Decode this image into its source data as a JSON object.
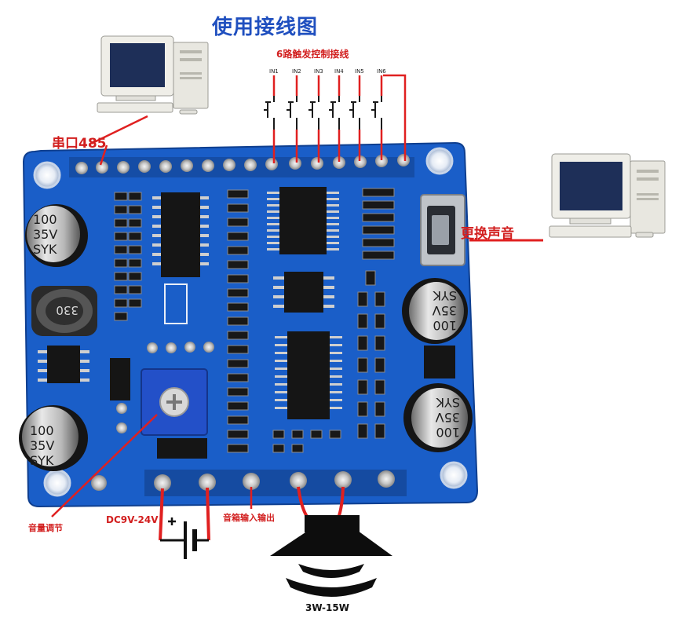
{
  "title": "使用接线图",
  "labels": {
    "trigger_wiring": "6路触发控制接线",
    "serial": "串口485",
    "change_sound": "更换声音",
    "volume": "音量调节",
    "power": "DC9V-24V",
    "speaker_io": "音箱输入输出",
    "power_rating": "3W-15W"
  },
  "trigger_pins": [
    "IN1",
    "IN2",
    "IN3",
    "IN4",
    "IN5",
    "IN6"
  ],
  "capacitor_marking": [
    "100",
    "35V",
    "SYK"
  ],
  "inductor_marking": "330",
  "colors": {
    "pcb": "#1a5ec8",
    "wire": "#e02020",
    "title": "#1f4fbf",
    "label": "#d21f1f"
  }
}
